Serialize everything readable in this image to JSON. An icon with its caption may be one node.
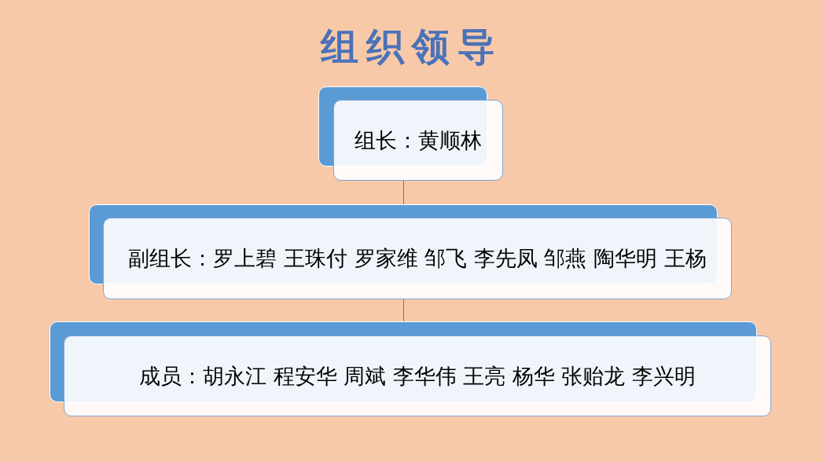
{
  "diagram": {
    "title": "组织领导",
    "nodes": [
      {
        "text": [
          "组长：黄顺林"
        ]
      },
      {
        "text": [
          "副组长：罗上碧 王珠付 罗家维 邹飞 李先凤 邹燕 陶华明 王杨"
        ]
      },
      {
        "text": [
          "成员：胡永江 程安华 周斌 李华伟 王亮 杨华 张贻龙 李兴明"
        ]
      }
    ],
    "edges": [
      {
        "from": 0,
        "to": 1,
        "arrow": "none"
      },
      {
        "from": 1,
        "to": 2,
        "arrow": "none"
      }
    ]
  }
}
